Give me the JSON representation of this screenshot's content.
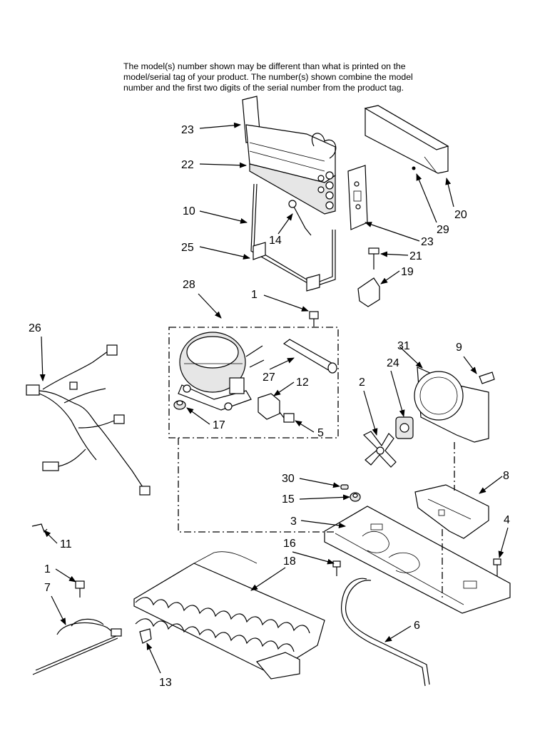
{
  "header": {
    "lines": [
      "The model(s) number shown may be different than what is printed on the",
      "model/serial tag of your product. The number(s) shown combine the model",
      "number and the first two digits of the serial number from the product tag."
    ]
  },
  "callouts": {
    "c23a": "23",
    "c22": "22",
    "c10": "10",
    "c14": "14",
    "c25": "25",
    "c20": "20",
    "c29": "29",
    "c23b": "23",
    "c21": "21",
    "c19": "19",
    "c28": "28",
    "c1a": "1",
    "c26": "26",
    "c27": "27",
    "c12": "12",
    "c17": "17",
    "c5": "5",
    "c31": "31",
    "c9": "9",
    "c24": "24",
    "c2": "2",
    "c8": "8",
    "c30": "30",
    "c15": "15",
    "c3": "3",
    "c4": "4",
    "c11": "11",
    "c16": "16",
    "c18": "18",
    "c1b": "1",
    "c7": "7",
    "c6": "6",
    "c13": "13"
  }
}
